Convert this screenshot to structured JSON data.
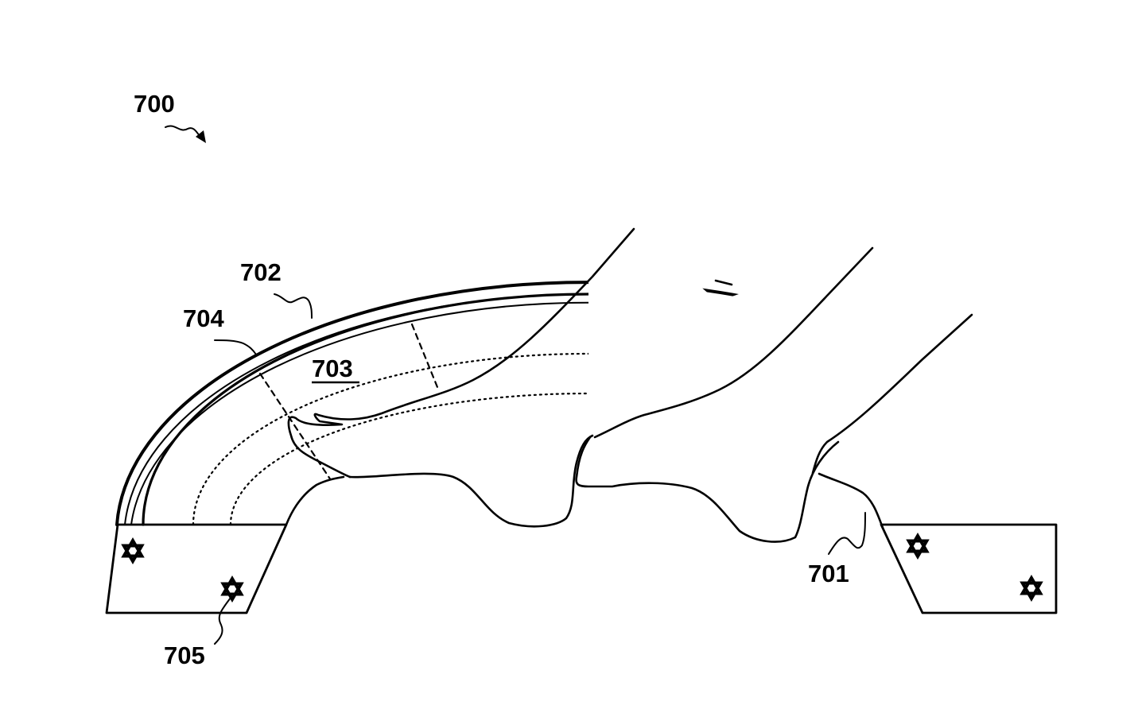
{
  "figure": {
    "labels": {
      "device": "700",
      "foot": "701",
      "housing": "702",
      "platform": "703",
      "grid_line": "704",
      "light_source": "705"
    },
    "colors": {
      "ink": "#000000",
      "background": "#ffffff"
    },
    "light_source_icon": "star-of-david-icon"
  }
}
